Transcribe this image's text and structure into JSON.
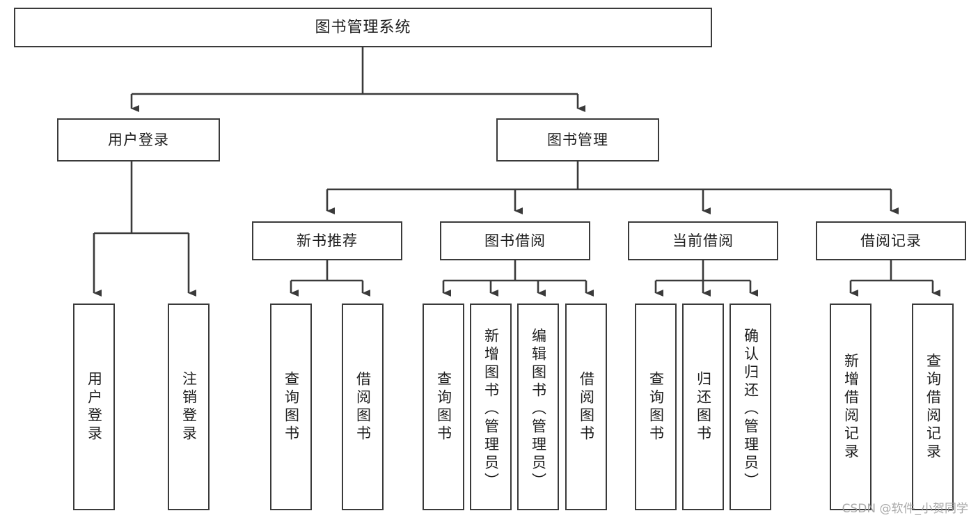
{
  "diagram": {
    "title": "图书管理系统",
    "type": "tree-hierarchy",
    "root": {
      "label": "图书管理系统"
    },
    "level2": [
      {
        "label": "用户登录"
      },
      {
        "label": "图书管理"
      }
    ],
    "level3": [
      {
        "label": "新书推荐"
      },
      {
        "label": "图书借阅"
      },
      {
        "label": "当前借阅"
      },
      {
        "label": "借阅记录"
      }
    ],
    "leaves": {
      "user_login": [
        {
          "label": "用户登录"
        },
        {
          "label": "注销登录"
        }
      ],
      "new_book_recommend": [
        {
          "label": "查询图书"
        },
        {
          "label": "借阅图书"
        }
      ],
      "book_borrow": [
        {
          "label": "查询图书"
        },
        {
          "label": "新增图书（管理员）"
        },
        {
          "label": "编辑图书（管理员）"
        },
        {
          "label": "借阅图书"
        }
      ],
      "current_borrow": [
        {
          "label": "查询图书"
        },
        {
          "label": "归还图书"
        },
        {
          "label": "确认归还（管理员）"
        }
      ],
      "borrow_record": [
        {
          "label": "新增借阅记录"
        },
        {
          "label": "查询借阅记录"
        }
      ]
    }
  },
  "watermark": {
    "text": "CSDN @软件_小贺同学"
  },
  "colors": {
    "stroke": "#3a3a3a",
    "fill": "#ffffff",
    "text": "#1d1d1d",
    "watermark": "#9a9a9a"
  }
}
